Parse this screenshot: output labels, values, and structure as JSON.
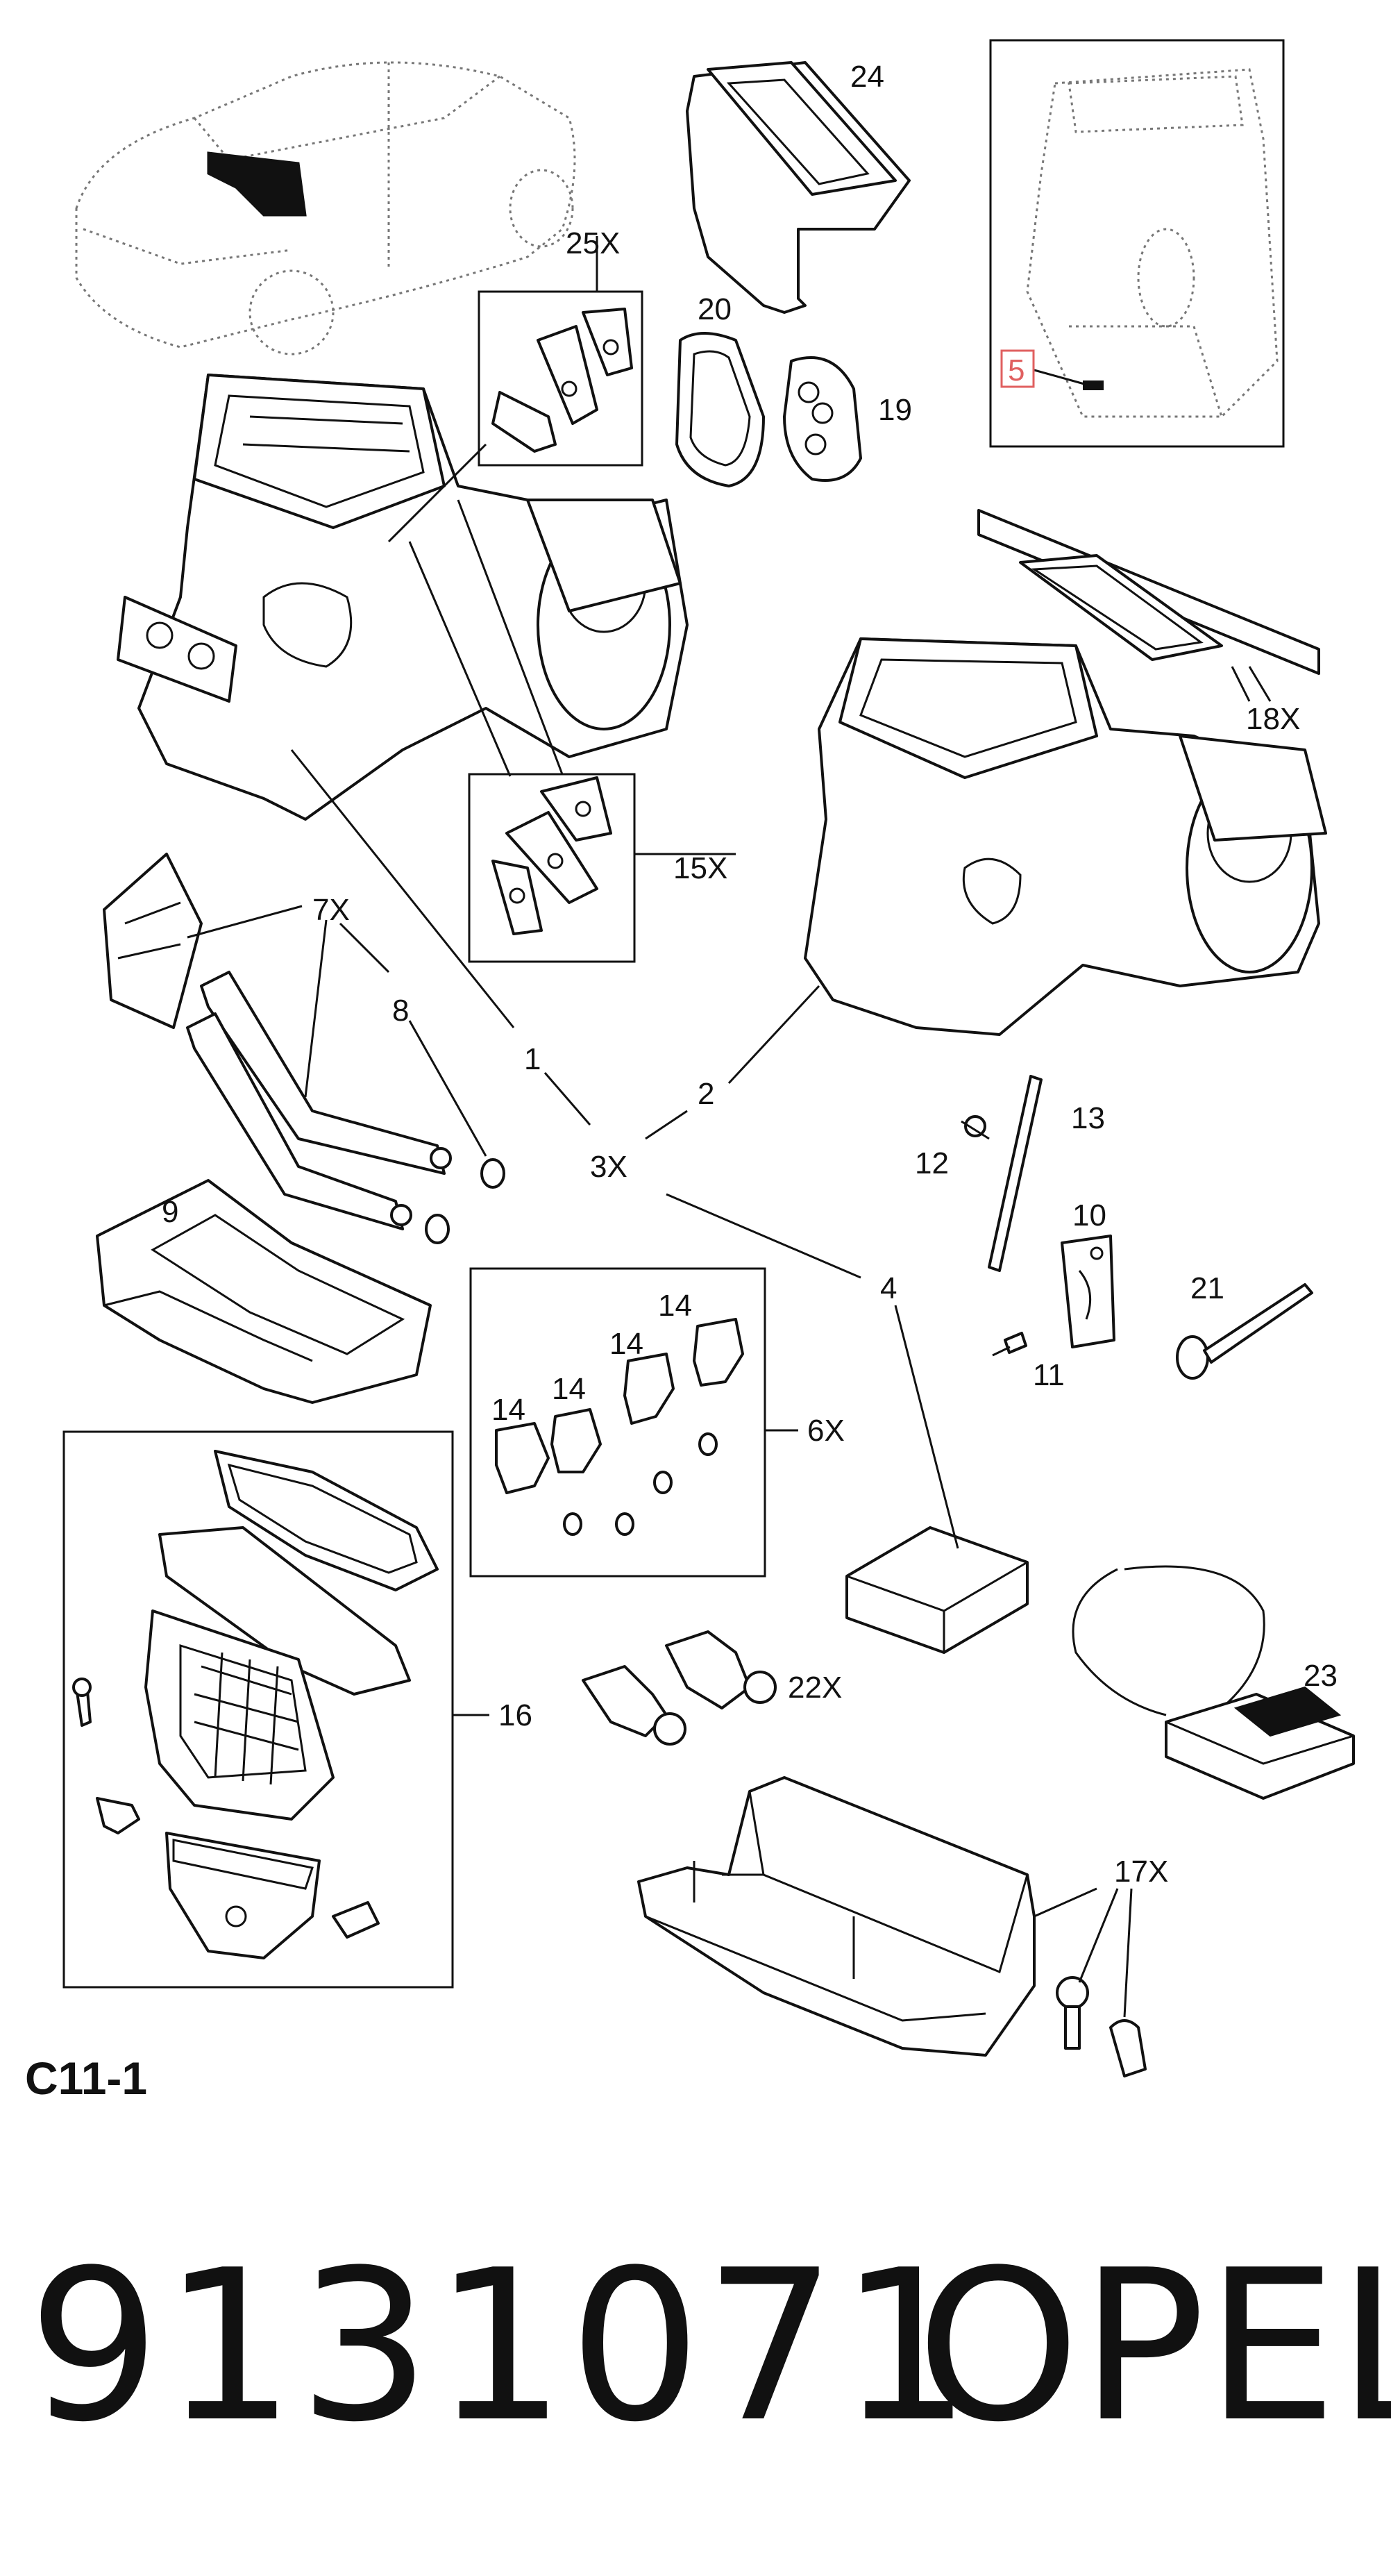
{
  "diagram": {
    "code": "C11-1",
    "part_number": "9131071",
    "brand": "OPEL",
    "callouts": [
      "24",
      "25X",
      "20",
      "19",
      "5",
      "18X",
      "15X",
      "7X",
      "8",
      "1",
      "2",
      "3X",
      "13",
      "12",
      "10",
      "9",
      "4",
      "21",
      "11",
      "14",
      "14",
      "14",
      "14",
      "6X",
      "22X",
      "23",
      "16",
      "17X"
    ],
    "colors": {
      "line": "#111111",
      "highlight": "#e06060"
    }
  }
}
